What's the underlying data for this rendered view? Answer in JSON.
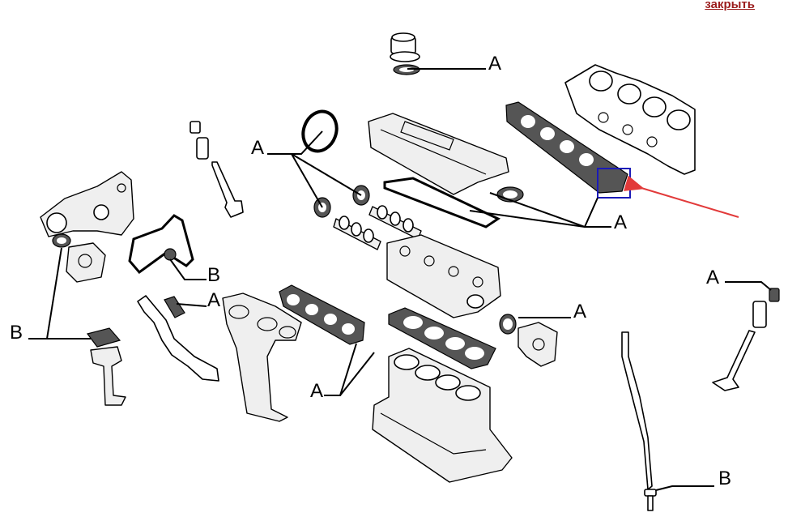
{
  "header": {
    "close_label": "закрыть"
  },
  "callouts": {
    "a1": "A",
    "a2": "A",
    "a3": "A",
    "a4": "A",
    "a5": "A",
    "a6": "A",
    "a7": "A",
    "b1": "B",
    "b2": "B",
    "b3": "B"
  },
  "colors": {
    "highlight": "#1a1ab8",
    "arrow": "#e23a3a",
    "close_link": "#9b1c1c"
  }
}
